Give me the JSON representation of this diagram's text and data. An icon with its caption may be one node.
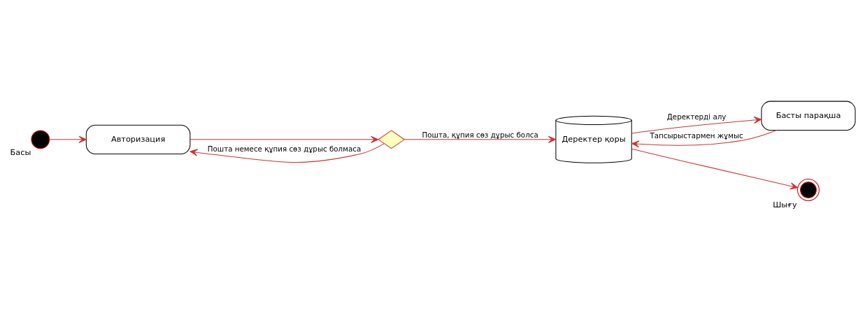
{
  "diagram": {
    "nodes": [
      {
        "text": [],
        "shape": "circle",
        "beside": [
          "Басы"
        ]
      },
      {
        "text": [
          "Авторизация"
        ]
      },
      {
        "text": [],
        "shape": "diamond"
      },
      {
        "text": [
          "Деректер қоры"
        ]
      },
      {
        "text": [
          "Басты парақша"
        ]
      },
      {
        "text": [],
        "shape": "circle",
        "beside": [
          "Шығу"
        ]
      }
    ],
    "edges": [
      {
        "from": 0,
        "to": 1,
        "arrow": "to"
      },
      {
        "from": 1,
        "to": 2,
        "arrow": "to"
      },
      {
        "from": 2,
        "to": 3,
        "arrow": "to",
        "label": "Пошта, құпия сөз дұрыс болса"
      },
      {
        "from": 2,
        "to": 1,
        "arrow": "to",
        "label": "Пошта немесе құпия сөз дұрыс болмаса"
      },
      {
        "from": 3,
        "to": 4,
        "arrow": "to",
        "label": "Деректерді алу"
      },
      {
        "from": 4,
        "to": 3,
        "arrow": "to",
        "label": "Тапсырыстармен жұмыс"
      },
      {
        "from": 3,
        "to": 5,
        "arrow": "to"
      }
    ]
  }
}
